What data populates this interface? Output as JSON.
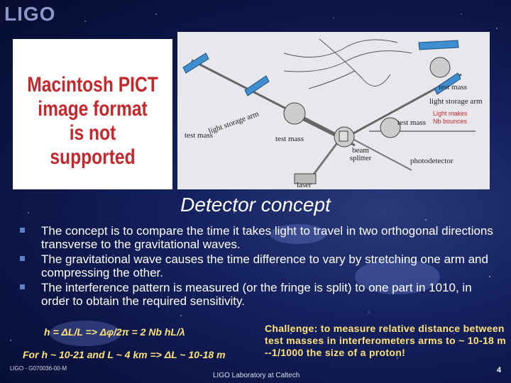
{
  "header": {
    "logo": "LIGO"
  },
  "image_placeholder": {
    "lines": [
      "Macintosh PICT",
      "image format",
      "is not supported"
    ]
  },
  "diagram": {
    "labels": {
      "test_mass_top": "test mass",
      "light_storage_arm_right": "light storage arm",
      "light_storage_arm_left": "light storage arm",
      "test_mass_left": "test mass",
      "test_mass_center": "test mass",
      "test_mass_right": "test mass",
      "beam_splitter": "beam splitter",
      "photodetector": "photodetector",
      "laser": "laser",
      "light_makes_line1": "Light makes",
      "light_makes_line2": "Nb bounces"
    }
  },
  "slide": {
    "title": "Detector concept",
    "bullets": [
      "The concept is to compare the time it takes light to travel in two orthogonal directions transverse to the gravitational waves.",
      "The gravitational wave causes the time difference to vary by stretching one arm and compressing the other.",
      "The interference pattern is measured (or the fringe is split) to one part in 1010, in order to obtain the required sensitivity."
    ],
    "equation1": "h = ΔL/L => Δφ/2π  = 2 Nb hL/λ",
    "equation2": "For h ~ 10-21 and L ~ 4 km  => ΔL ~ 10-18 m",
    "challenge": "Challenge: to measure relative distance between test masses in interferometers arms to ~ 10-18 m --1/1000 the size of a proton!"
  },
  "footer": {
    "doc_id": "LIGO - G070036-00-M",
    "institution": "LIGO Laboratory at Caltech",
    "page": "4"
  }
}
